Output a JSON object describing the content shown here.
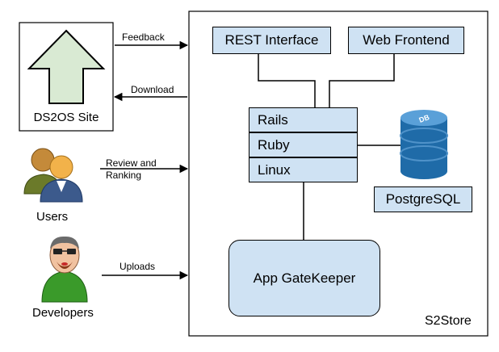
{
  "nodes": {
    "rest": "REST Interface",
    "web": "Web Frontend",
    "rails": "Rails",
    "ruby": "Ruby",
    "linux": "Linux",
    "postgres": "PostgreSQL",
    "gatekeeper": "App GateKeeper",
    "store": "S2Store",
    "site": "DS2OS Site",
    "users": "Users",
    "developers": "Developers",
    "db_icon": "DB"
  },
  "edges": {
    "feedback": "Feedback",
    "download": "Download",
    "review_line1": "Review and",
    "review_line2": "Ranking",
    "uploads": "Uploads"
  },
  "colors": {
    "box_fill": "#cfe2f3",
    "arrow_green": "#d9ead3",
    "db_blue": "#1f6ba8"
  },
  "icons": [
    "up-arrow-icon",
    "database-icon",
    "users-icon",
    "developer-icon"
  ]
}
